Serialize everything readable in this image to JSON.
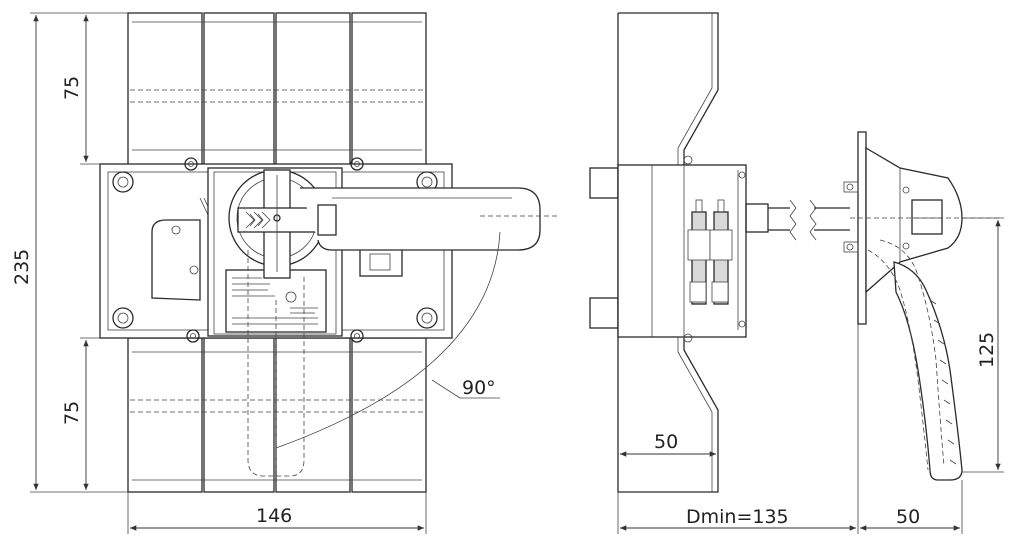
{
  "dimensions": {
    "top_height": "75",
    "bottom_height": "75",
    "total_height": "235",
    "width": "146",
    "angle": "90°",
    "side_depth": "50",
    "dmin": "Dmin=135",
    "handle_depth": "50",
    "handle_length": "125"
  },
  "colors": {
    "line": "#2a2a2a",
    "background": "#ffffff"
  }
}
